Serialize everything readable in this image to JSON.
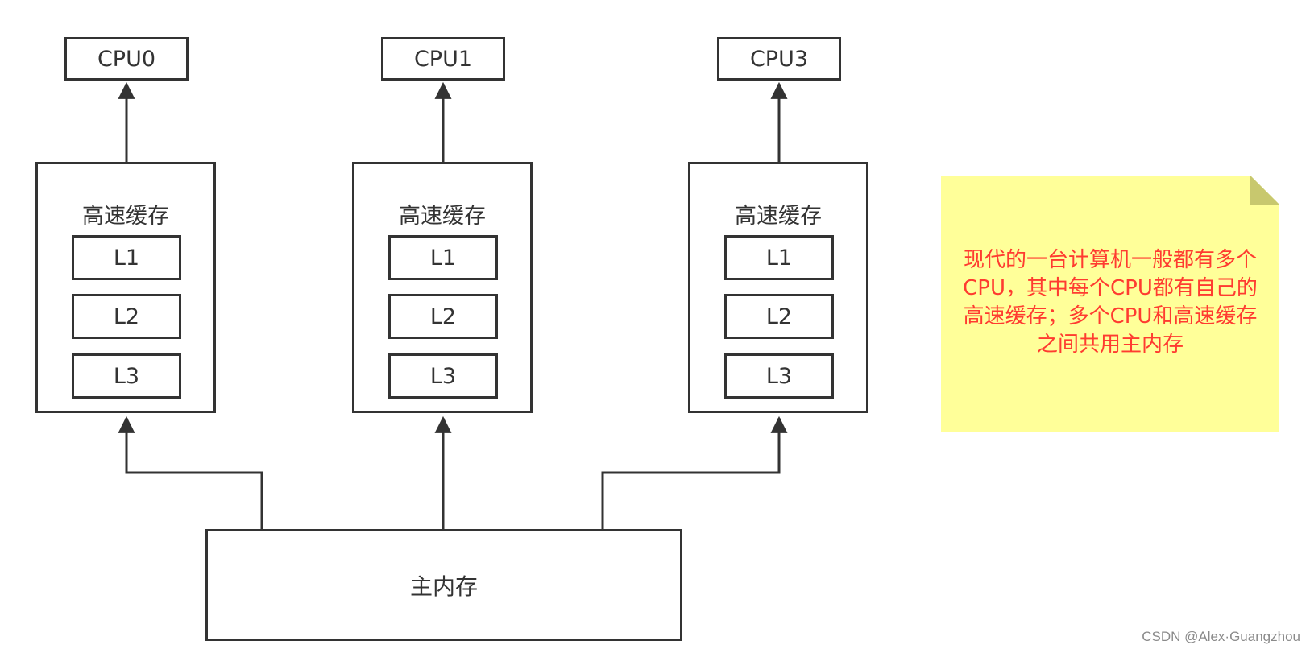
{
  "cpus": [
    {
      "label": "CPU0"
    },
    {
      "label": "CPU1"
    },
    {
      "label": "CPU3"
    }
  ],
  "caches": [
    {
      "title": "高速缓存",
      "levels": [
        "L1",
        "L2",
        "L3"
      ]
    },
    {
      "title": "高速缓存",
      "levels": [
        "L1",
        "L2",
        "L3"
      ]
    },
    {
      "title": "高速缓存",
      "levels": [
        "L1",
        "L2",
        "L3"
      ]
    }
  ],
  "memory": {
    "label": "主内存"
  },
  "note": {
    "text": "现代的一台计算机一般都有多个CPU，其中每个CPU都有自己的高速缓存；多个CPU和高速缓存之间共用主内存",
    "background_color": "#ffff99",
    "text_color": "#ff3b30"
  },
  "credit": "CSDN @Alex·Guangzhou"
}
